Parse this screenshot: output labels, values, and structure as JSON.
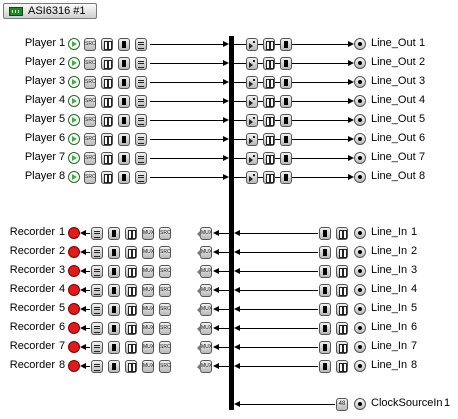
{
  "header": {
    "title": "ASI6316 #1",
    "icon": "sound-card-icon"
  },
  "players": [
    {
      "name": "Player",
      "index": "1"
    },
    {
      "name": "Player",
      "index": "2"
    },
    {
      "name": "Player",
      "index": "3"
    },
    {
      "name": "Player",
      "index": "4"
    },
    {
      "name": "Player",
      "index": "5"
    },
    {
      "name": "Player",
      "index": "6"
    },
    {
      "name": "Player",
      "index": "7"
    },
    {
      "name": "Player",
      "index": "8"
    }
  ],
  "line_outs": [
    {
      "name": "Line_Out",
      "index": "1"
    },
    {
      "name": "Line_Out",
      "index": "2"
    },
    {
      "name": "Line_Out",
      "index": "3"
    },
    {
      "name": "Line_Out",
      "index": "4"
    },
    {
      "name": "Line_Out",
      "index": "5"
    },
    {
      "name": "Line_Out",
      "index": "6"
    },
    {
      "name": "Line_Out",
      "index": "7"
    },
    {
      "name": "Line_Out",
      "index": "8"
    }
  ],
  "recorders": [
    {
      "name": "Recorder",
      "index": "1"
    },
    {
      "name": "Recorder",
      "index": "2"
    },
    {
      "name": "Recorder",
      "index": "3"
    },
    {
      "name": "Recorder",
      "index": "4"
    },
    {
      "name": "Recorder",
      "index": "5"
    },
    {
      "name": "Recorder",
      "index": "6"
    },
    {
      "name": "Recorder",
      "index": "7"
    },
    {
      "name": "Recorder",
      "index": "8"
    }
  ],
  "line_ins": [
    {
      "name": "Line_In",
      "index": "1"
    },
    {
      "name": "Line_In",
      "index": "2"
    },
    {
      "name": "Line_In",
      "index": "3"
    },
    {
      "name": "Line_In",
      "index": "4"
    },
    {
      "name": "Line_In",
      "index": "5"
    },
    {
      "name": "Line_In",
      "index": "6"
    },
    {
      "name": "Line_In",
      "index": "7"
    },
    {
      "name": "Line_In",
      "index": "8"
    }
  ],
  "clock": {
    "name": "ClockSourceIn",
    "index": "1",
    "badge": "48"
  },
  "player_chain_icons": [
    "play-icon",
    "src-icon",
    "meter-icon",
    "volume-icon",
    "eq-icon"
  ],
  "line_out_chain_icons": [
    "mix-icon",
    "meter-icon",
    "volume-icon",
    "output-port-icon"
  ],
  "recorder_chain_icons": [
    "record-icon",
    "eq-icon",
    "volume-icon",
    "meter-icon",
    "mux-icon",
    "src-icon"
  ],
  "line_in_chain_icons": [
    "volume-icon",
    "meter-icon",
    "input-port-icon"
  ],
  "colors": {
    "bus": "#000000",
    "play": "#39b339",
    "record": "#e11b1b"
  }
}
